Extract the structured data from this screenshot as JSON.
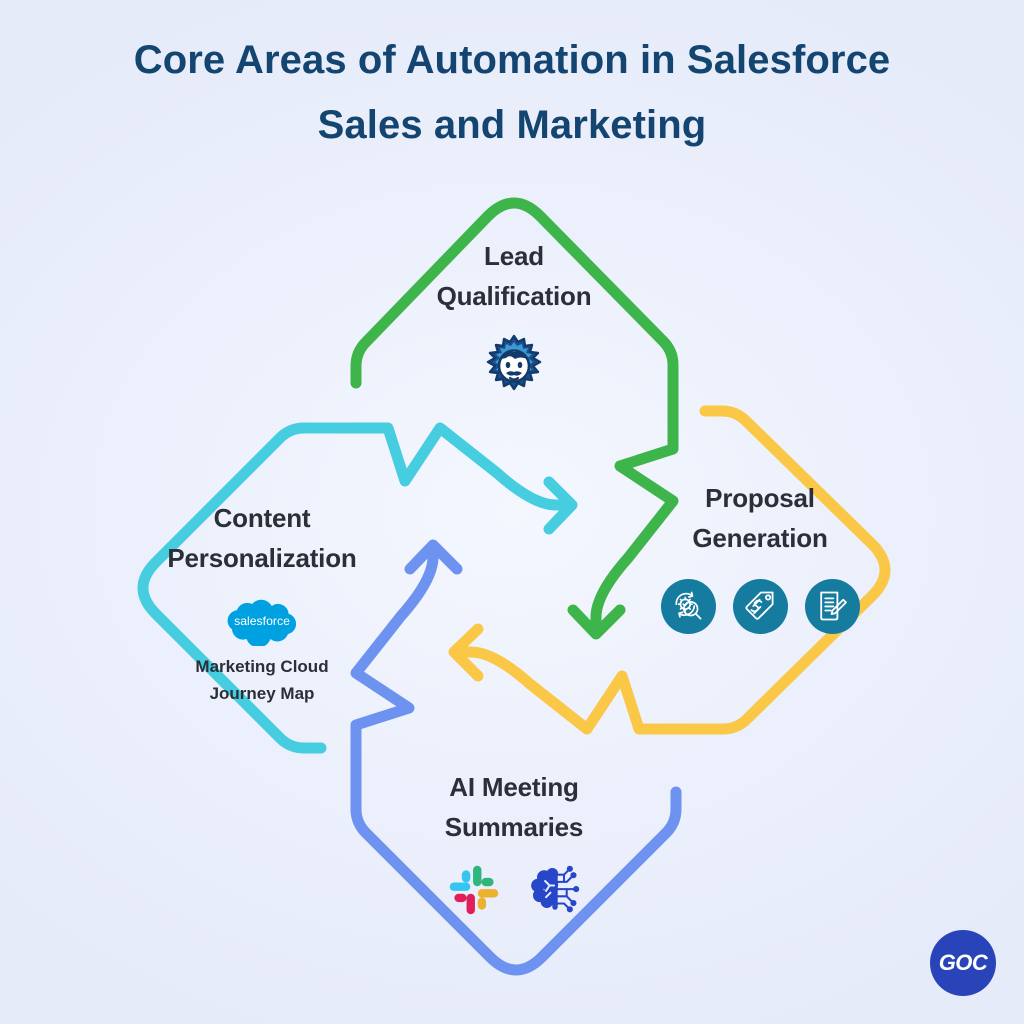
{
  "page": {
    "title": "Core Areas of Automation in Salesforce\nSales and Marketing",
    "background_color": "#EDF1FC",
    "title_color": "#134570"
  },
  "colors": {
    "green": "#3DB54A",
    "yellow": "#FAC846",
    "cyan": "#46CDE0",
    "periwinkle": "#6E92F0",
    "teal_icon": "#157C9F",
    "salesforce_blue": "#00A1E0",
    "brand_navy": "#2944B8"
  },
  "nodes": [
    {
      "id": "lead-qualification",
      "title": "Lead\nQualification",
      "color": "#3DB54A",
      "icons": [
        "einstein-mascot-icon"
      ],
      "subtitle": ""
    },
    {
      "id": "proposal-generation",
      "title": "Proposal\nGeneration",
      "color": "#FAC846",
      "icons": [
        "search-gear-icon",
        "price-tag-dollar-icon",
        "document-pen-icon"
      ],
      "subtitle": ""
    },
    {
      "id": "ai-meeting-summaries",
      "title": "AI Meeting\nSummaries",
      "color": "#6E92F0",
      "icons": [
        "slack-icon",
        "ai-brain-circuit-icon"
      ],
      "subtitle": ""
    },
    {
      "id": "content-personalization",
      "title": "Content\nPersonalization",
      "color": "#46CDE0",
      "icons": [
        "salesforce-cloud-icon"
      ],
      "subtitle": "Marketing Cloud\nJourney Map"
    }
  ],
  "logo": {
    "text": "GOC",
    "background_color": "#2944B8",
    "text_color": "#FFFFFF"
  },
  "chart_data": {
    "type": "diagram",
    "diagram_kind": "cyclic-flow",
    "title": "Core Areas of Automation in Salesforce Sales and Marketing",
    "node_count": 4,
    "flow_direction": "clockwise",
    "sequence": [
      "Lead Qualification",
      "Proposal Generation",
      "AI Meeting Summaries",
      "Content Personalization"
    ],
    "edges": [
      {
        "from": "Lead Qualification",
        "to": "Proposal Generation",
        "color": "#3DB54A"
      },
      {
        "from": "Proposal Generation",
        "to": "AI Meeting Summaries",
        "color": "#FAC846"
      },
      {
        "from": "AI Meeting Summaries",
        "to": "Content Personalization",
        "color": "#6E92F0"
      },
      {
        "from": "Content Personalization",
        "to": "Lead Qualification",
        "color": "#46CDE0"
      }
    ]
  }
}
